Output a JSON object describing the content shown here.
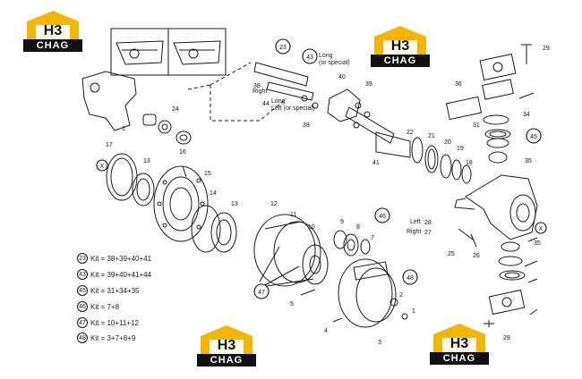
{
  "logos": [
    {
      "mark": "H3",
      "brand": "CHAG"
    },
    {
      "mark": "H3",
      "brand": "CHAG"
    },
    {
      "mark": "H3",
      "brand": "CHAG"
    },
    {
      "mark": "H3",
      "brand": "CHAG"
    }
  ],
  "part_numbers": {
    "p1": "1",
    "p2": "2",
    "p3": "3",
    "p4": "4",
    "p5": "5",
    "p7": "7",
    "p8": "8",
    "p9": "9",
    "p10": "10",
    "p11": "11",
    "p12": "12",
    "p13a": "13",
    "p13b": "13",
    "p14": "14",
    "p15": "15",
    "p16": "16",
    "p17": "17",
    "p18": "18",
    "p19": "19",
    "p20": "20",
    "p21": "21",
    "p22": "22",
    "p24": "24",
    "p25": "25",
    "p26": "26",
    "p27": "27",
    "p28": "28",
    "p29a": "29",
    "p29b": "29",
    "p31": "31",
    "p34": "34",
    "p35a": "35",
    "p35b": "35",
    "p36": "36",
    "p38": "38",
    "p39a": "39",
    "p39b": "39",
    "p40": "40",
    "p41": "41",
    "p44": "44"
  },
  "circled": {
    "c23": "23",
    "c43": "43",
    "c45": "45",
    "c46": "46",
    "c47": "47",
    "c48": "48"
  },
  "x_marks": {
    "left": "X",
    "right": "X"
  },
  "labels": {
    "right": "Right",
    "long_special": "Long\n(or special)",
    "long_left": "Long\nLeft (or special)",
    "left_28": "Left",
    "right_27": "Right"
  },
  "kits": [
    {
      "num": "23",
      "text": "Kit = 38+39+40+41"
    },
    {
      "num": "43",
      "text": "Kit = 39+40+41+44"
    },
    {
      "num": "45",
      "text": "Kit = 31+34+35"
    },
    {
      "num": "46",
      "text": "Kit = 7+8"
    },
    {
      "num": "47",
      "text": "Kit = 10+11+12"
    },
    {
      "num": "48",
      "text": "Kit = 3+7+8+9"
    }
  ]
}
